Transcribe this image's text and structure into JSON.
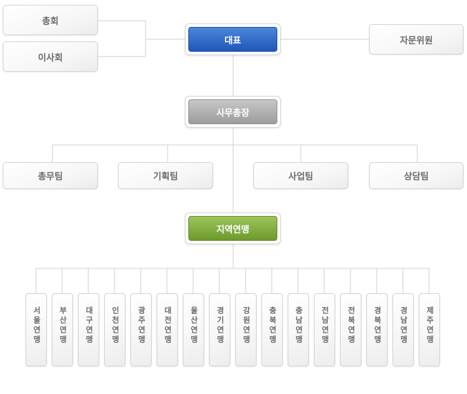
{
  "top": {
    "general_assembly": "총회",
    "board": "이사회",
    "representative": "대표",
    "advisory": "자문위원"
  },
  "secretary_general": "사무총장",
  "teams": [
    "총무팀",
    "기획팀",
    "사업팀",
    "상담팀"
  ],
  "regional": "지역연맹",
  "federations": [
    "서울연맹",
    "부산연맹",
    "대구연맹",
    "인천연맹",
    "광주연맹",
    "대전연맹",
    "울산연맹",
    "경기연맹",
    "강원연맹",
    "충북연맹",
    "충남연맹",
    "전남연맹",
    "전북연맹",
    "경북연맹",
    "경남연맹",
    "제주연맹"
  ],
  "colors": {
    "representative": "#2a62c4",
    "secretary_general": "#a8a8a8",
    "regional": "#7aa63a",
    "line": "#cfcfcf",
    "text": "#6b6b6b"
  }
}
